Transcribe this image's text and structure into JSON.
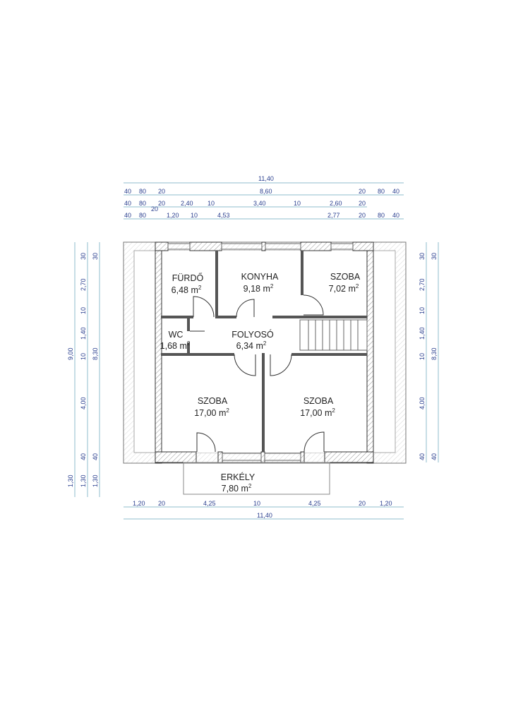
{
  "rooms": {
    "furdo": {
      "name": "FÜRDŐ",
      "area": "6,48 m"
    },
    "konyha": {
      "name": "KONYHA",
      "area": "9,18 m"
    },
    "szoba_small": {
      "name": "SZOBA",
      "area": "7,02 m"
    },
    "wc": {
      "name": "WC",
      "area": "1,68 m"
    },
    "folyoso": {
      "name": "FOLYOSÓ",
      "area": "6,34 m"
    },
    "szoba_left": {
      "name": "SZOBA",
      "area": "17,00 m"
    },
    "szoba_right": {
      "name": "SZOBA",
      "area": "17,00 m"
    },
    "erkely": {
      "name": "ERKÉLY",
      "area": "7,80 m"
    },
    "sq": "2"
  },
  "dims_top": {
    "row1": [
      "11,40"
    ],
    "row2": [
      "40",
      "80",
      "20",
      "8,60",
      "20",
      "80",
      "40"
    ],
    "row3": [
      "40",
      "80",
      "20",
      "2,40",
      "10",
      "3,40",
      "10",
      "2,60",
      "20",
      "20"
    ],
    "row4": [
      "40",
      "80",
      "1,20",
      "10",
      "4,53",
      "2,77",
      "20",
      "80",
      "40"
    ]
  },
  "dims_bottom": {
    "row1": [
      "1,20",
      "20",
      "4,25",
      "10",
      "4,25",
      "20",
      "1,20"
    ],
    "row2": [
      "11,40"
    ]
  },
  "dims_left": {
    "col1": [
      "9,00",
      "1,30"
    ],
    "col2": [
      "30",
      "2,70",
      "10",
      "1,40",
      "10",
      "4,00",
      "40",
      "1,30"
    ],
    "col3": [
      "30",
      "8,30",
      "40",
      "1,30"
    ]
  },
  "dims_right": {
    "col1": [
      "30",
      "2,70",
      "10",
      "1,40",
      "10",
      "4,00",
      "40"
    ],
    "col2": [
      "30",
      "8,30",
      "40"
    ]
  },
  "colors": {
    "dim_text": "#2a3f8f",
    "dim_line": "#8fbccc",
    "wall": "#333333"
  }
}
